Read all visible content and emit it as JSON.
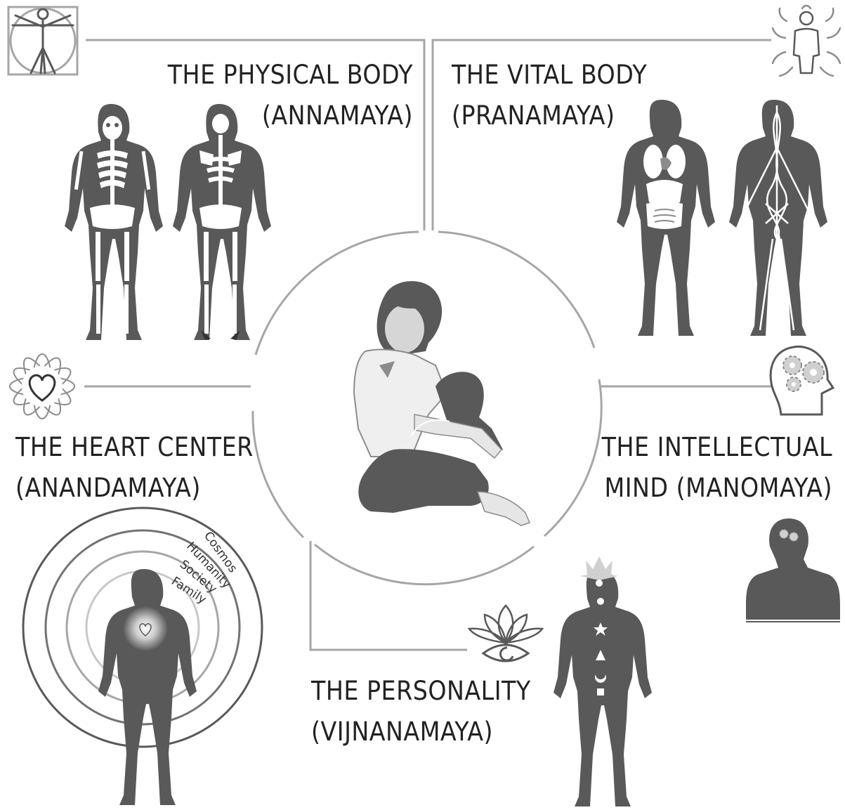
{
  "colors": {
    "line": "#a6a6a6",
    "silhouette": "#595959",
    "light": "#e6e6e6",
    "text": "#222222",
    "bone": "#ffffff"
  },
  "sections": {
    "physical": {
      "line1": "THE PHYSICAL BODY",
      "line2": "(ANNAMAYA)",
      "icon": "vitruvian-man-icon"
    },
    "vital": {
      "line1": "THE VITAL BODY",
      "line2": "(PRANAMAYA)",
      "icon": "energy-radiating-body-icon"
    },
    "heart": {
      "line1": "THE HEART CENTER",
      "line2": "(ANANDAMAYA)",
      "icon": "heart-flower-icon"
    },
    "intellectual": {
      "line1": "THE INTELLECTUAL",
      "line2": "MIND (MANOMAYA)",
      "icon": "head-gears-icon"
    },
    "personality": {
      "line1": "THE PERSONALITY",
      "line2": "(VIJNANAMAYA)",
      "icon": "lotus-eye-icon"
    }
  },
  "rings": {
    "labels": [
      "Cosmos",
      "Humanity",
      "Society",
      "Family"
    ]
  },
  "center": {
    "figure": "seated-person-hugging-knees"
  }
}
